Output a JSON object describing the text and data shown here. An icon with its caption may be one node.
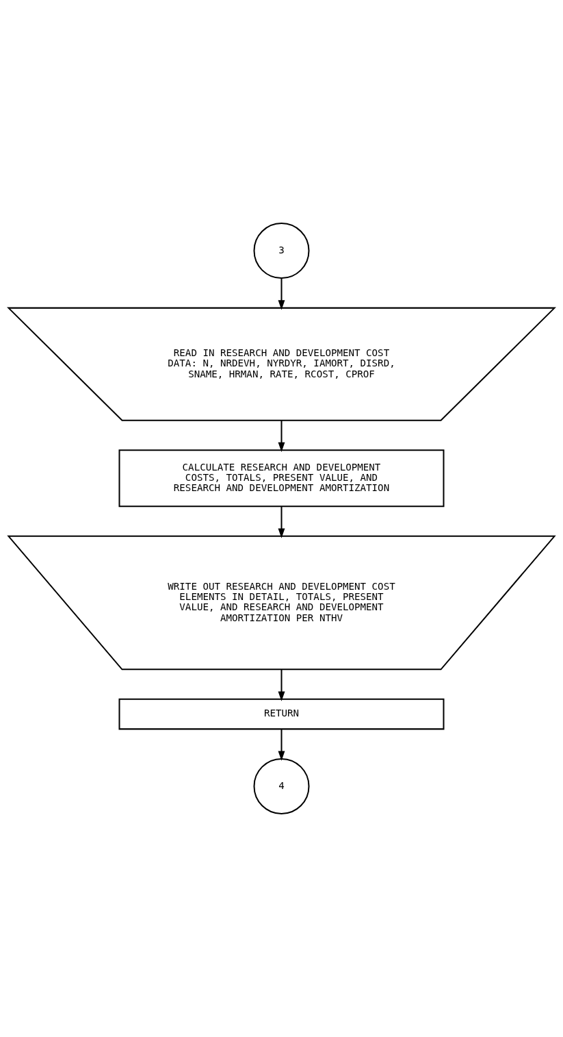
{
  "diagram": {
    "nodes": [
      {
        "text": [
          "3"
        ]
      },
      {
        "text": [
          "READ IN RESEARCH AND DEVELOPMENT COST DATA: N, NRDEVH, NYRDYR, IAMORT, DISRD, SNAME, HRMAN, RATE, RCOST, CPROF"
        ]
      },
      {
        "text": [
          "CALCULATE RESEARCH AND DEVELOPMENT COSTS, TOTALS, PRESENT VALUE, AND RESEARCH AND DEVELOPMENT AMORTIZATION"
        ]
      },
      {
        "text": [
          "WRITE OUT RESEARCH AND DEVELOPMENT COST ELEMENTS IN DETAIL, TOTALS, PRESENT VALUE, AND RESEARCH AND DEVELOPMENT AMORTIZATION PER NTHV"
        ]
      },
      {
        "text": [
          "RETURN"
        ]
      },
      {
        "text": [
          "4"
        ]
      }
    ],
    "edges": [
      {
        "from": 0,
        "to": 1,
        "arrow": "to"
      },
      {
        "from": 1,
        "to": 2,
        "arrow": "to"
      },
      {
        "from": 2,
        "to": 3,
        "arrow": "to"
      },
      {
        "from": 3,
        "to": 4,
        "arrow": "to"
      },
      {
        "from": 4,
        "to": 5,
        "arrow": "to"
      }
    ]
  }
}
